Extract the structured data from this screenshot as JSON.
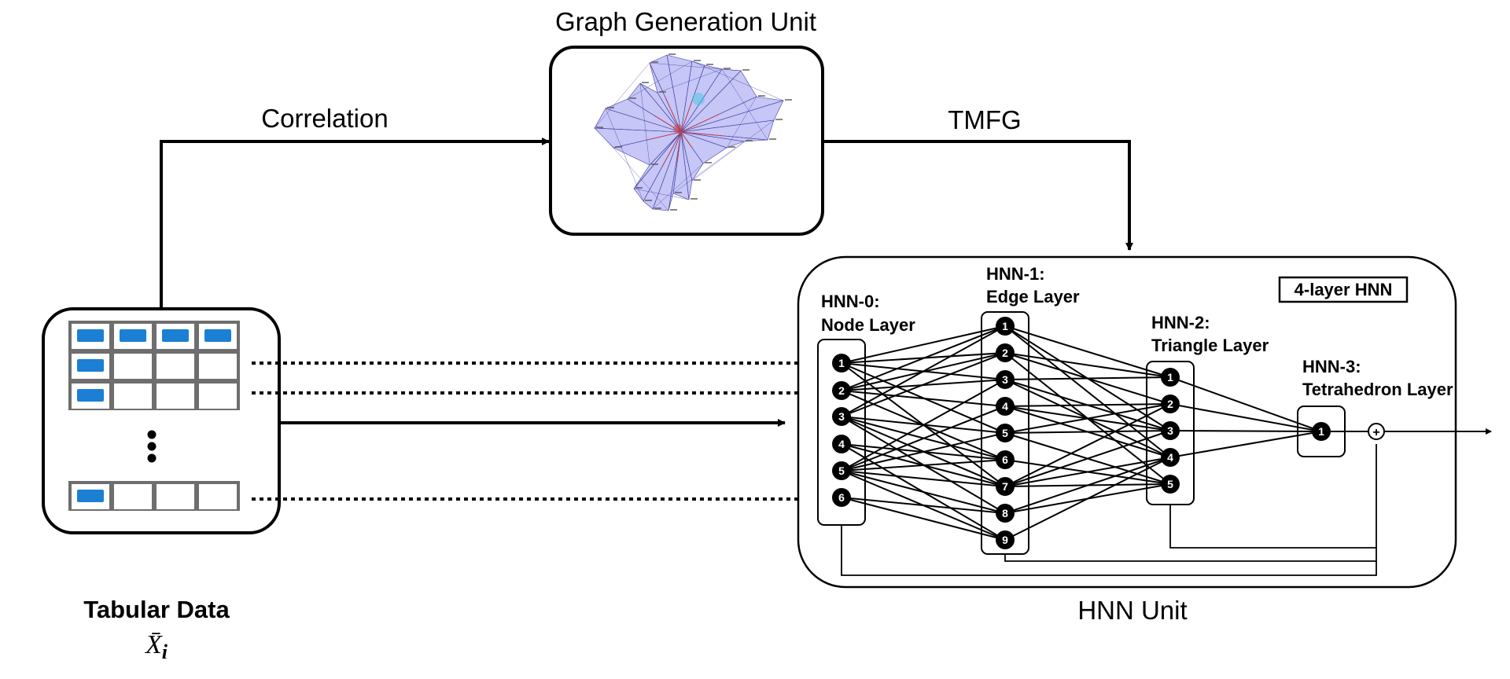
{
  "graph_unit": {
    "title": "Graph Generation Unit"
  },
  "tabular": {
    "title": "Tabular Data",
    "symbol": "X̄",
    "subscript": "i"
  },
  "edges": {
    "correlation": "Correlation",
    "tmfg": "TMFG"
  },
  "hnn_unit": {
    "title": "HNN Unit",
    "badge": "4-layer HNN",
    "layers": [
      {
        "id": "hnn0",
        "name": "HNN-0:",
        "type": "Node Layer",
        "node_count": 6
      },
      {
        "id": "hnn1",
        "name": "HNN-1:",
        "type": "Edge Layer",
        "node_count": 9
      },
      {
        "id": "hnn2",
        "name": "HNN-2:",
        "type": "Triangle Layer",
        "node_count": 5
      },
      {
        "id": "hnn3",
        "name": "HNN-3:",
        "type": "Tetrahedron Layer",
        "node_count": 1
      }
    ],
    "sum_symbol": "+"
  },
  "colors": {
    "cell_blue": "#1b7fd4",
    "grid_gray": "#6e6e6e",
    "graph_purple": "#8080ee",
    "graph_red": "#d04040"
  }
}
